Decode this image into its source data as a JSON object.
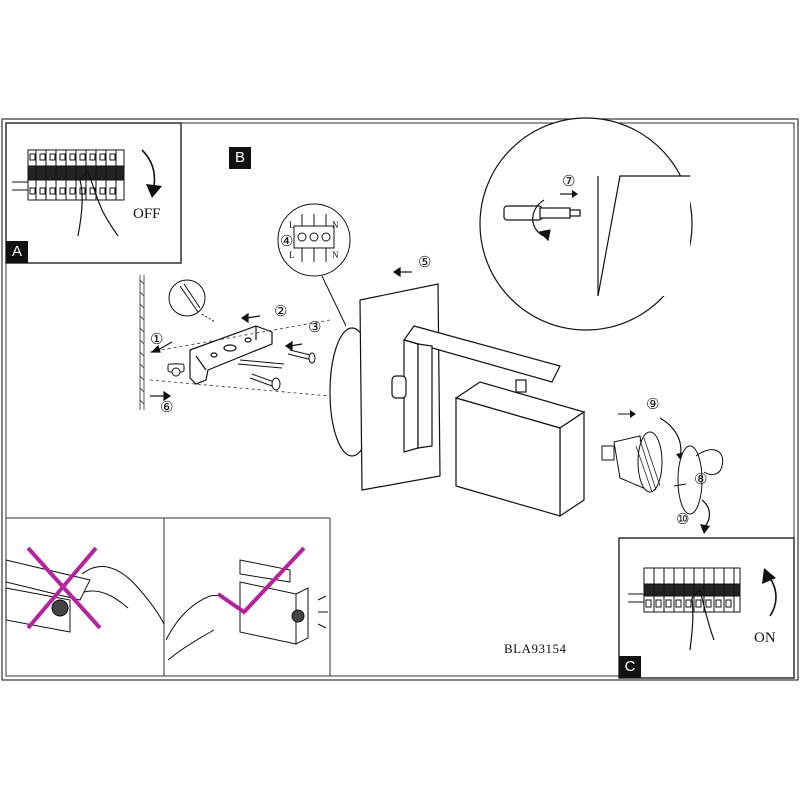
{
  "panels": {
    "a": {
      "label": "A",
      "switch_text": "OFF"
    },
    "b": {
      "label": "B"
    },
    "c": {
      "label": "C",
      "switch_text": "ON"
    }
  },
  "steps": [
    "①",
    "②",
    "③",
    "④",
    "⑤",
    "⑥",
    "⑦",
    "⑧",
    "⑨",
    "⑩"
  ],
  "terminal": {
    "top": [
      "L",
      "N"
    ],
    "bottom": [
      "L",
      "N"
    ]
  },
  "model_code": "BLA93154",
  "colors": {
    "ink": "#111111",
    "wrong_mark": "#b3249e",
    "right_mark": "#b3249e"
  }
}
